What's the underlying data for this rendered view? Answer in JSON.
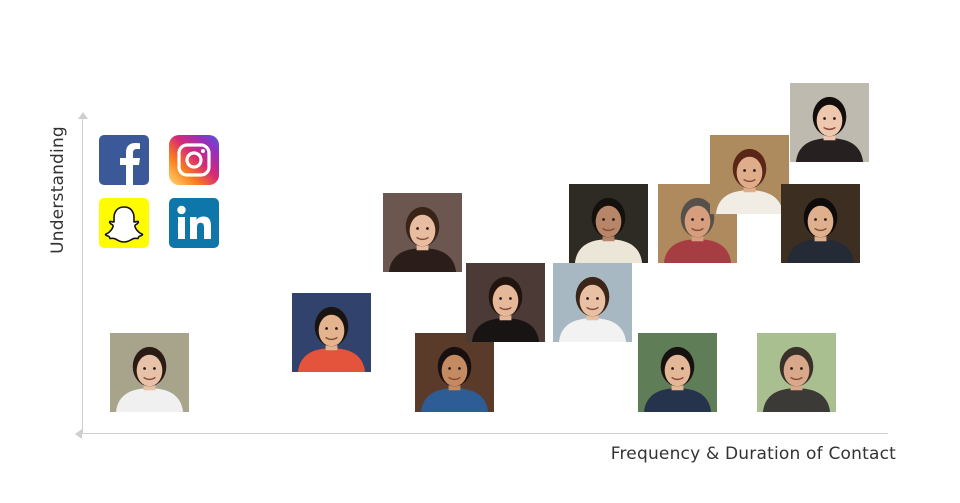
{
  "axes": {
    "x_label": "Frequency & Duration of Contact",
    "y_label": "Understanding"
  },
  "logos": [
    {
      "name": "facebook-icon",
      "color": "#3b5998"
    },
    {
      "name": "instagram-icon",
      "color": "#c13584"
    },
    {
      "name": "snapchat-icon",
      "color": "#fffc00"
    },
    {
      "name": "linkedin-icon",
      "color": "#0e76a8"
    }
  ],
  "people": [
    {
      "name": "person-photo-1",
      "bg": "#a8a48c",
      "skin": "#e8c2a8",
      "hair": "#2a1b14",
      "shirt": "#f0f0f0"
    },
    {
      "name": "person-photo-2",
      "bg": "#31426c",
      "skin": "#e4b48e",
      "hair": "#1a1411",
      "shirt": "#e4533b"
    },
    {
      "name": "person-photo-3",
      "bg": "#6b5750",
      "skin": "#e8bca0",
      "hair": "#3a2418",
      "shirt": "#2b1e1a"
    },
    {
      "name": "person-photo-4",
      "bg": "#5a3b2a",
      "skin": "#c48a62",
      "hair": "#181010",
      "shirt": "#2e5c95"
    },
    {
      "name": "person-photo-5",
      "bg": "#4b3a36",
      "skin": "#e6b89a",
      "hair": "#22140f",
      "shirt": "#191414"
    },
    {
      "name": "person-photo-6",
      "bg": "#a8b8c2",
      "skin": "#e8c0a4",
      "hair": "#3b2418",
      "shirt": "#f2f2f2"
    },
    {
      "name": "person-photo-7",
      "bg": "#2e2a24",
      "skin": "#b78567",
      "hair": "#14100e",
      "shirt": "#ece6d8"
    },
    {
      "name": "person-photo-8",
      "bg": "#5f7d56",
      "skin": "#e4b896",
      "hair": "#16120f",
      "shirt": "#26334d"
    },
    {
      "name": "person-photo-9",
      "bg": "#af8a5e",
      "skin": "#d69e7c",
      "hair": "#55504a",
      "shirt": "#a63d42"
    },
    {
      "name": "person-photo-10",
      "bg": "#ad8b5f",
      "skin": "#e0ad8a",
      "hair": "#5a2617",
      "shirt": "#f2ede4"
    },
    {
      "name": "person-photo-11",
      "bg": "#bfbab0",
      "skin": "#edc7ae",
      "hair": "#130e0c",
      "shirt": "#262120"
    },
    {
      "name": "person-photo-12",
      "bg": "#3d2e22",
      "skin": "#dfb08e",
      "hair": "#0f0b0a",
      "shirt": "#242a36"
    },
    {
      "name": "person-photo-13",
      "bg": "#a9bf8f",
      "skin": "#d9a88a",
      "hair": "#3a302a",
      "shirt": "#3b3a36"
    }
  ]
}
